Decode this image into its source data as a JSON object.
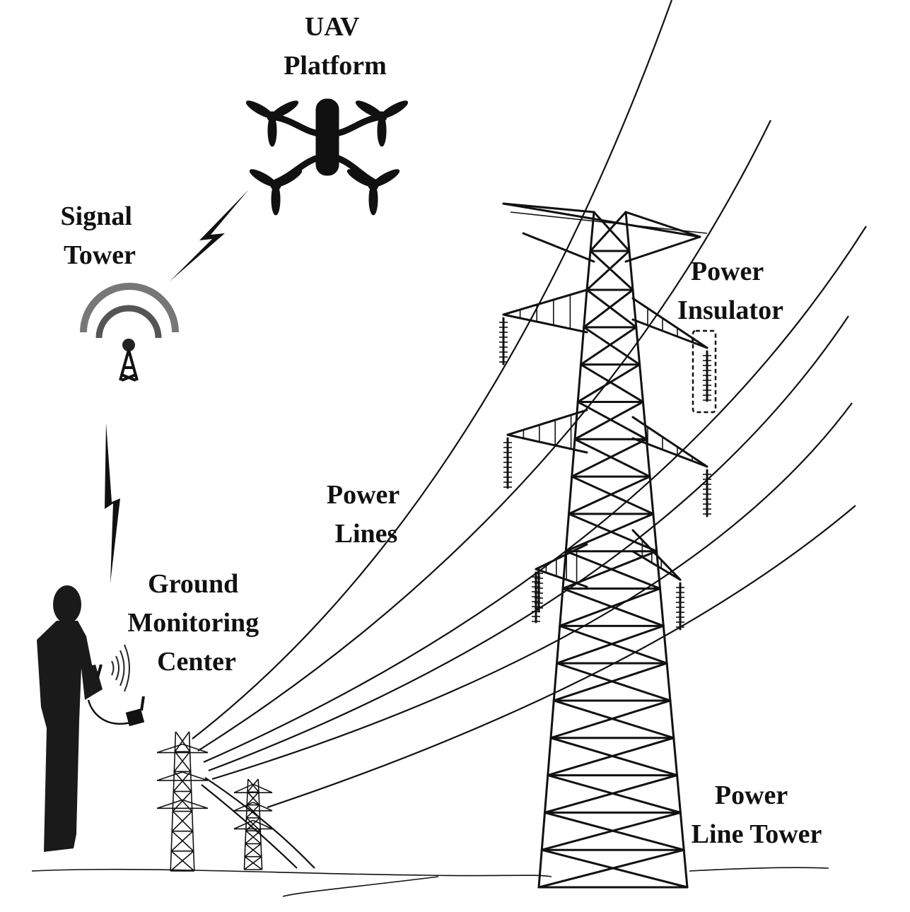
{
  "labels": {
    "uav": [
      "UAV",
      "Platform"
    ],
    "signal_tower": [
      "Signal",
      "Tower"
    ],
    "power_insulator": [
      "Power",
      "Insulator"
    ],
    "power_lines": [
      "Power",
      "Lines"
    ],
    "ground_center": [
      "Ground",
      "Monitoring",
      "Center"
    ],
    "power_line_tower": [
      "Power",
      "Line Tower"
    ]
  },
  "colors": {
    "ink": "#111111",
    "background": "#ffffff"
  }
}
